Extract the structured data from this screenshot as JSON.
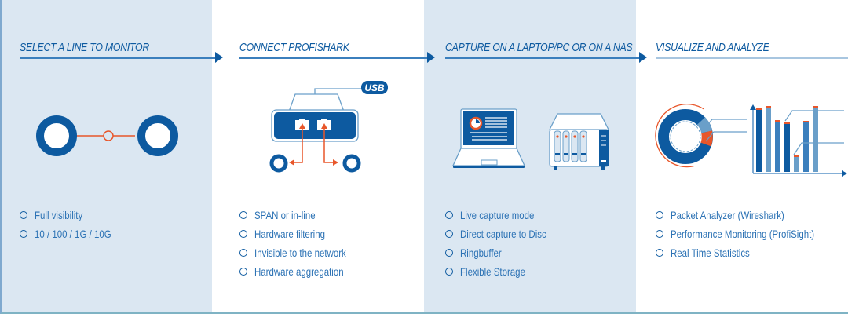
{
  "colors": {
    "primary": "#0d5aa0",
    "accent": "#e8562a",
    "light_blue": "#6a9fc9",
    "panel_light": "#dbe7f2"
  },
  "steps": [
    {
      "title": "SELECT A LINE TO MONITOR",
      "illustration": "network-line-icon",
      "features": [
        "Full visibility",
        "10 / 100 / 1G / 10G"
      ]
    },
    {
      "title": "CONNECT PROFISHARK",
      "illustration": "profishark-device-icon",
      "usb_label": "USB",
      "features": [
        "SPAN or in-line",
        "Hardware filtering",
        "Invisible to the network",
        "Hardware aggregation"
      ]
    },
    {
      "title": "CAPTURE ON A LAPTOP/PC OR ON A NAS",
      "illustration": "laptop-and-nas-icon",
      "features": [
        "Live capture mode",
        "Direct capture to Disc",
        "Ringbuffer",
        "Flexible Storage"
      ]
    },
    {
      "title": "VISUALIZE AND ANALYZE",
      "illustration": "charts-icon",
      "features": [
        "Packet Analyzer (Wireshark)",
        "Performance Monitoring (ProfiSight)",
        "Real Time Statistics"
      ]
    }
  ]
}
